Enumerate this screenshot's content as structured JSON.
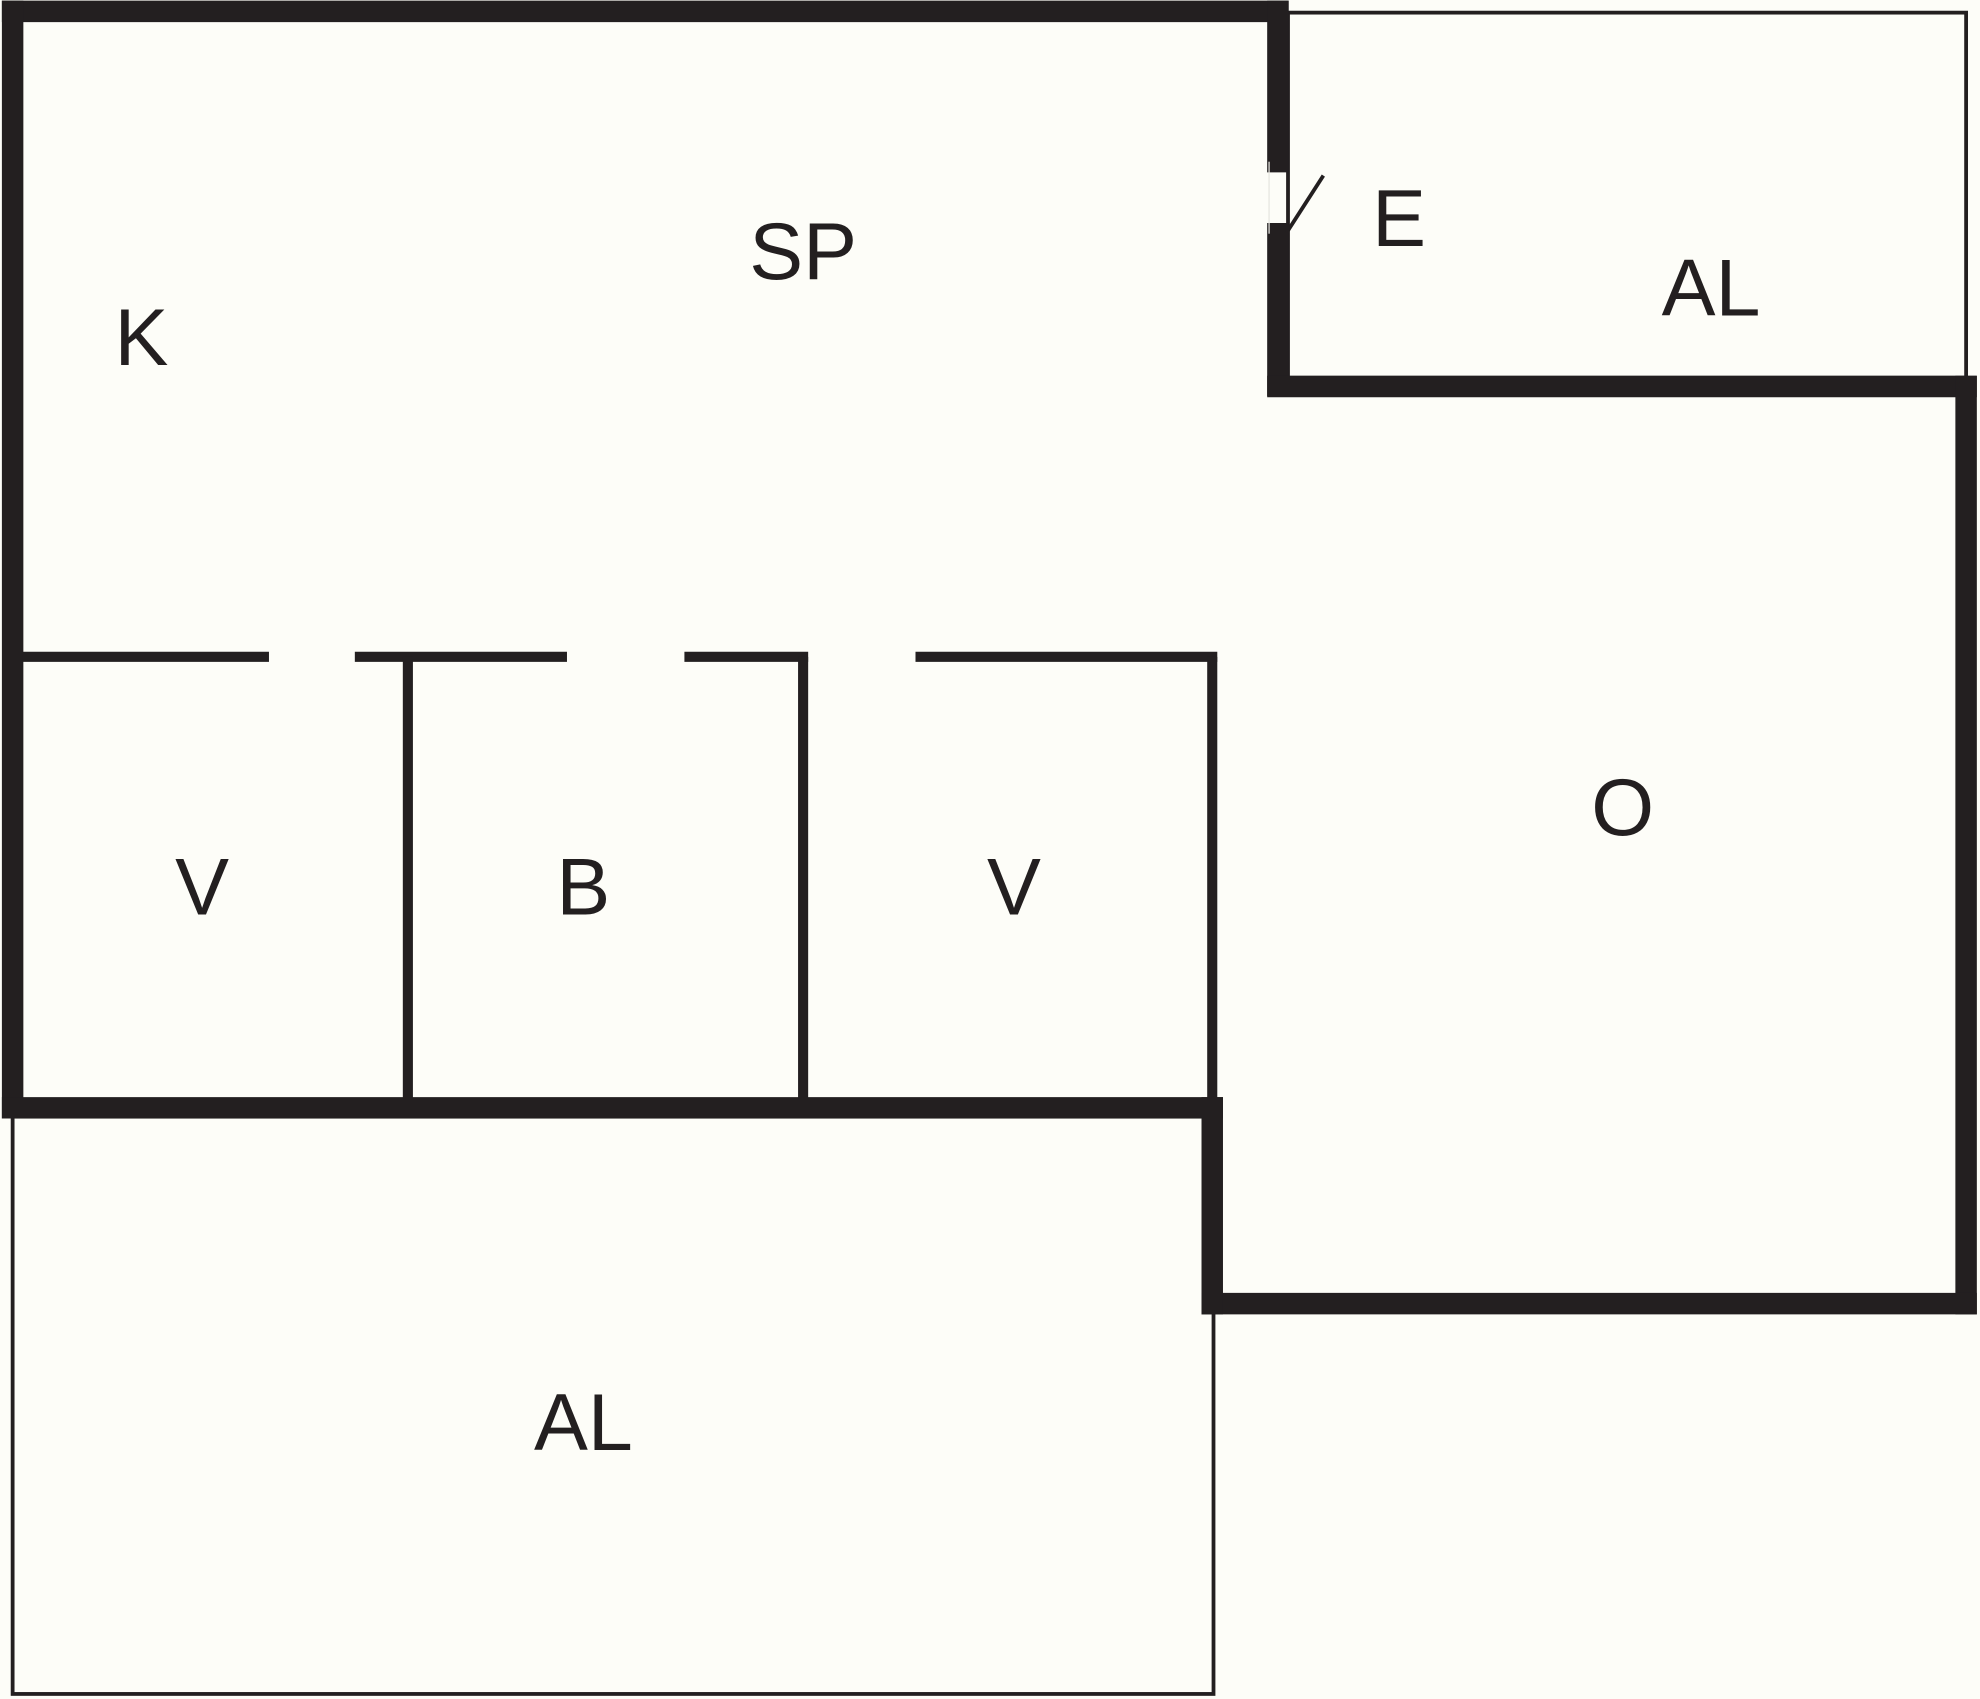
{
  "plan": {
    "wall_color": "#231f20",
    "floor_color": "#fdfdf8",
    "rooms": {
      "kitchen": "K",
      "dining": "SP",
      "entrance": "E",
      "balcony_top": "AL",
      "bedroom_left": "V",
      "bathroom": "B",
      "bedroom_right": "V",
      "living": "O",
      "balcony_bottom": "AL"
    }
  }
}
